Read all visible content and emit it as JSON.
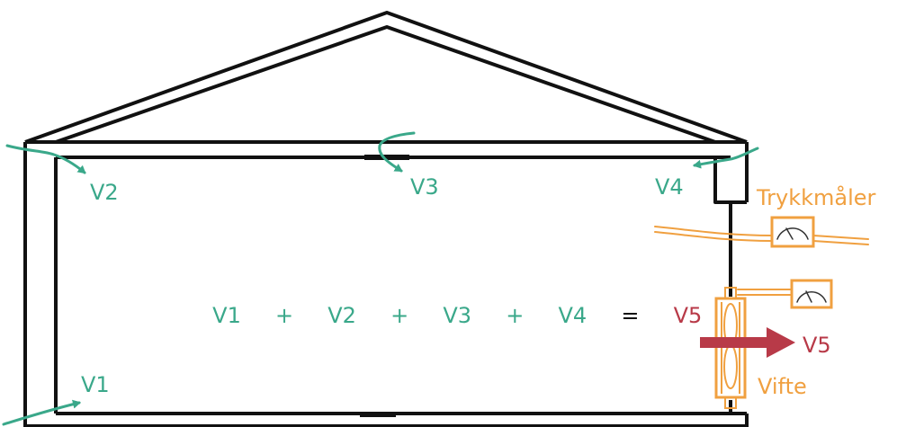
{
  "labels": {
    "v1": "V1",
    "v2": "V2",
    "v3": "V3",
    "v4": "V4",
    "v5_outlet": "V5",
    "pressure_gauge": "Trykkmåler",
    "fan": "Vifte"
  },
  "equation": {
    "terms": [
      "V1",
      "+",
      "V2",
      "+",
      "V3",
      "+",
      "V4"
    ],
    "equals": "=",
    "result": "V5"
  },
  "colors": {
    "leak_arrows": "#3aa88a",
    "equipment": "#f0a040",
    "outflow": "#b83a48",
    "structure": "#111111"
  }
}
